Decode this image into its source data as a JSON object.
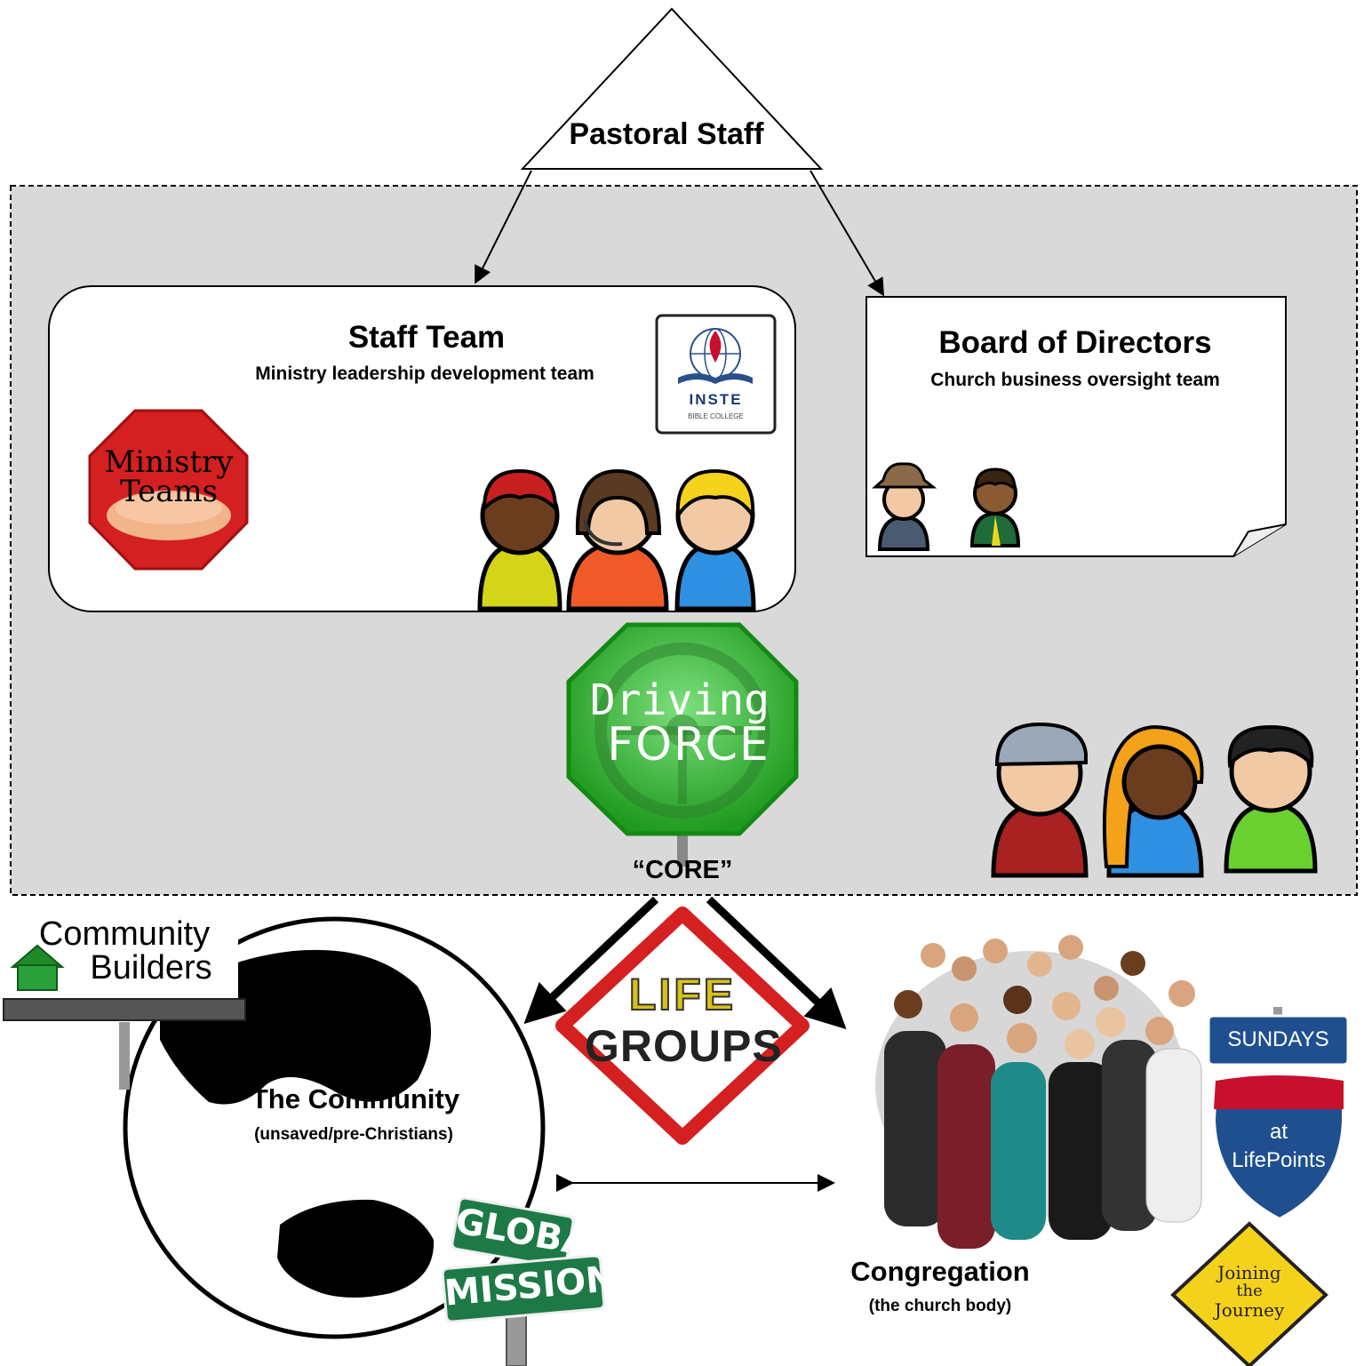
{
  "pastoral": {
    "title": "Pastoral Staff"
  },
  "staff_team": {
    "title": "Staff Team",
    "subtitle": "Ministry leadership development team",
    "ministry_sign_line1": "Ministry",
    "ministry_sign_line2": "Teams",
    "logo_name": "INSTE",
    "logo_sub": "BIBLE COLLEGE"
  },
  "board": {
    "title": "Board of Directors",
    "subtitle": "Church business oversight team"
  },
  "driving_force": {
    "line1": "Driving",
    "line2": "FORCE"
  },
  "core_label": "“CORE”",
  "life_groups": {
    "line1": "LIFE",
    "line2": "GROUPS"
  },
  "community": {
    "title": "The Community",
    "subtitle": "(unsaved/pre-Christians)",
    "billboard_line1": "Community",
    "billboard_line2": "Builders",
    "street_sign_1": "GLOBAL",
    "street_sign_2": "MISSIONS"
  },
  "congregation": {
    "title": "Congregation",
    "subtitle": "(the church body)",
    "sign_top": "SUNDAYS",
    "sign_line1": "at",
    "sign_line2": "LifePoints",
    "diamond_line1": "Joining",
    "diamond_line2": "the",
    "diamond_line3": "Journey"
  },
  "colors": {
    "core_panel": "#d9d9d9",
    "driving_green": "#2fb52f",
    "stop_red": "#d42020",
    "interstate_blue": "#1f4f8f",
    "interstate_red": "#c8102e",
    "street_green": "#1d7a46",
    "warning_yellow": "#f4d21b"
  },
  "icons": [
    "person-icon",
    "globe-icon",
    "house-icon",
    "bible-flame-icon",
    "steering-wheel-icon",
    "hands-icon"
  ]
}
